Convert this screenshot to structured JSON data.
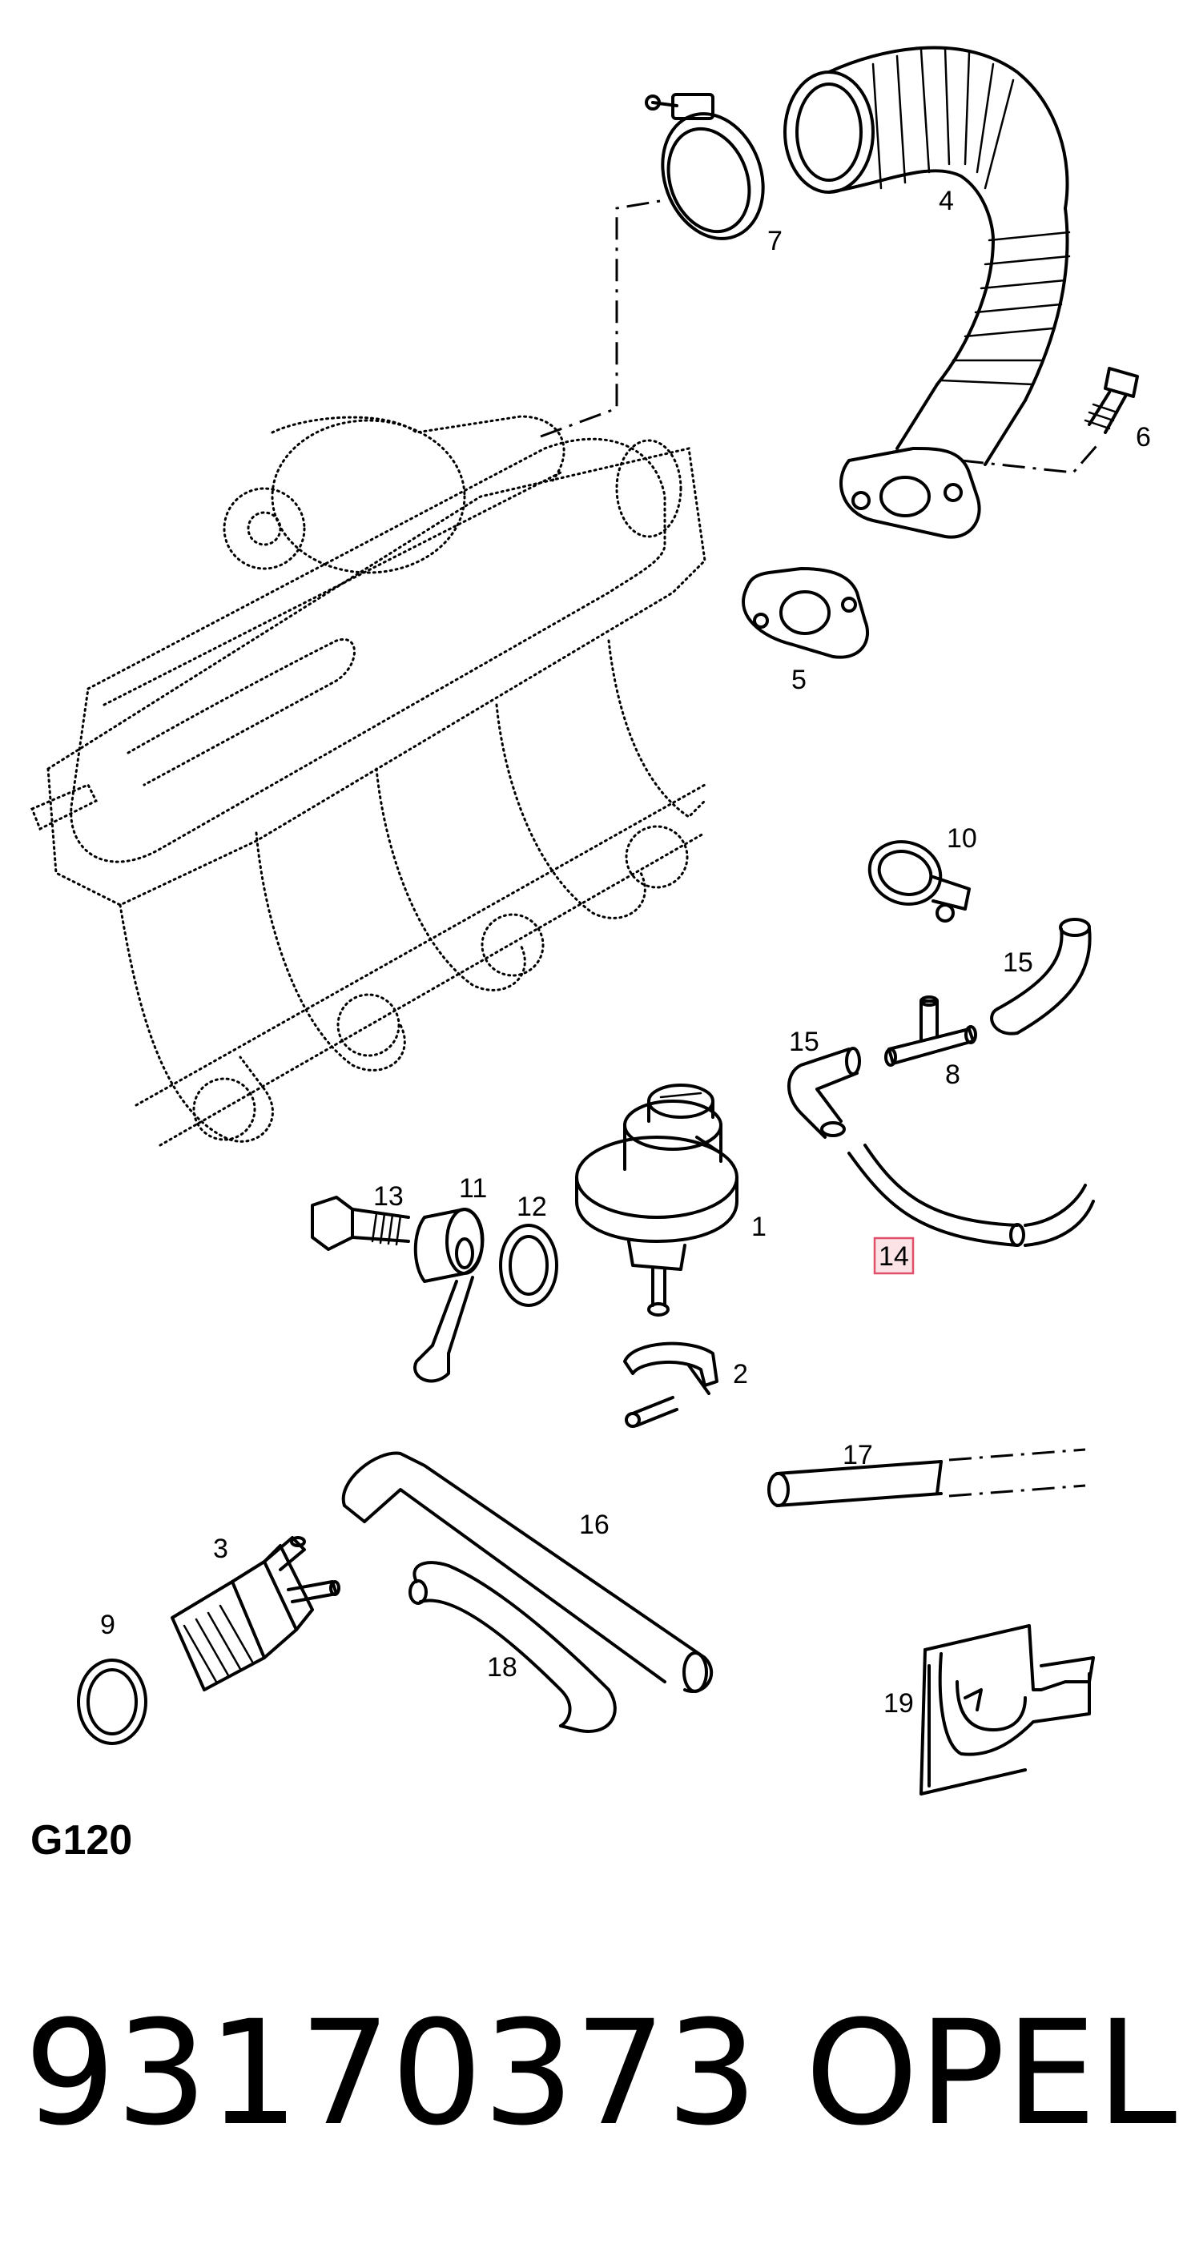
{
  "diagram": {
    "code": "G120",
    "highlighted_callout": "14",
    "highlight_color": "#e0506a",
    "callouts": {
      "c1": "1",
      "c2": "2",
      "c3": "3",
      "c4": "4",
      "c5": "5",
      "c6": "6",
      "c7": "7",
      "c8": "8",
      "c9": "9",
      "c10": "10",
      "c11": "11",
      "c12": "12",
      "c13": "13",
      "c14": "14",
      "c15a": "15",
      "c15b": "15",
      "c16": "16",
      "c17": "17",
      "c18": "18",
      "c19": "19"
    }
  },
  "footer": {
    "part_number": "93170373",
    "brand": "OPEL"
  }
}
